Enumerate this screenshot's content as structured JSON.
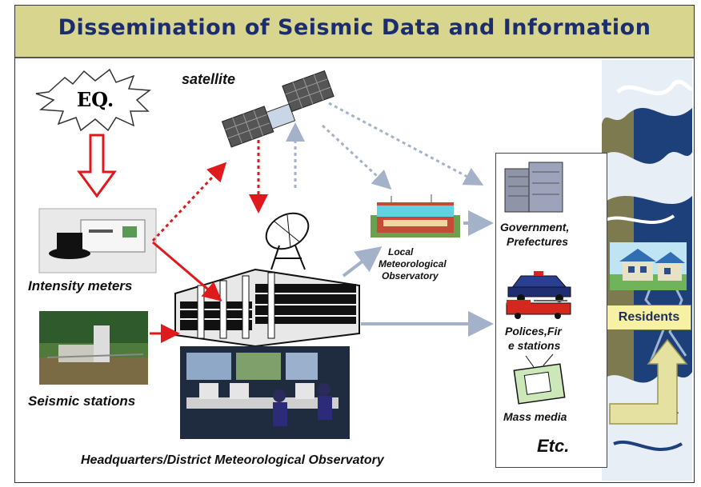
{
  "title": "Dissemination of Seismic Data and Information",
  "labels": {
    "eq": "EQ.",
    "satellite": "satellite",
    "intensity_meters": "Intensity meters",
    "seismic_stations": "Seismic stations",
    "headquarters": "Headquarters/District Meteorological Observatory",
    "local_observatory_line1": "Local",
    "local_observatory_line2": "Meteorological",
    "local_observatory_line3": "Observatory",
    "government_line1": "Government,",
    "government_line2": "Prefectures",
    "polices_line1": "Polices,Fir",
    "polices_line2": "e stations",
    "mass_media": "Mass media",
    "etc": "Etc.",
    "residents": "Residents"
  },
  "colors": {
    "header_bg": "#d8d58e",
    "title": "#1b2d6e",
    "red_arrow": "#e0191c",
    "gray_arrow": "#a3b1c9",
    "wave_blue": "#1d3f7a"
  }
}
